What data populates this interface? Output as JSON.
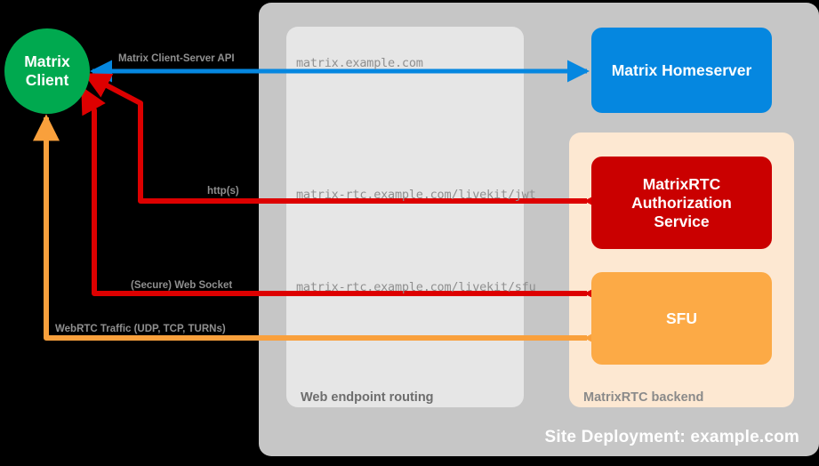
{
  "nodes": {
    "client": {
      "line1": "Matrix",
      "line2": "Client"
    },
    "homeserver": {
      "label": "Matrix Homeserver"
    },
    "auth": {
      "line1": "MatrixRTC",
      "line2": "Authorization",
      "line3": "Service"
    },
    "sfu": {
      "label": "SFU"
    }
  },
  "containers": {
    "site_deployment": {
      "label": "Site Deployment: example.com"
    },
    "web_endpoint": {
      "label": "Web endpoint routing"
    },
    "rtc_backend": {
      "label": "MatrixRTC backend"
    }
  },
  "edges": [
    {
      "id": "cs-api",
      "protocol_label": "Matrix Client-Server API",
      "endpoint": "matrix.example.com",
      "color": "#0587e0",
      "direction": "bidirectional"
    },
    {
      "id": "jwt",
      "protocol_label": "http(s)",
      "endpoint": "matrix-rtc.example.com/livekit/jwt",
      "color": "#dd0000",
      "direction": "bidirectional"
    },
    {
      "id": "ws",
      "protocol_label": "(Secure) Web Socket",
      "endpoint": "matrix-rtc.example.com/livekit/sfu",
      "color": "#dd0000",
      "direction": "bidirectional"
    },
    {
      "id": "webrtc",
      "protocol_label": "WebRTC Traffic (UDP, TCP, TURNs)",
      "endpoint": "",
      "color": "#f9a03c",
      "direction": "bidirectional"
    }
  ],
  "colors": {
    "background": "#000000",
    "site_deployment_bg": "#c6c6c6",
    "web_endpoint_bg": "#e6e6e6",
    "rtc_backend_bg": "#fde8d2",
    "client_green": "#00a94f",
    "homeserver_blue": "#0587e0",
    "auth_red": "#ca0000",
    "sfu_orange": "#fcaa46",
    "label_gray": "#8f8f8f",
    "container_label_gray": "#6d6d6d",
    "site_label_white": "#ffffff"
  }
}
